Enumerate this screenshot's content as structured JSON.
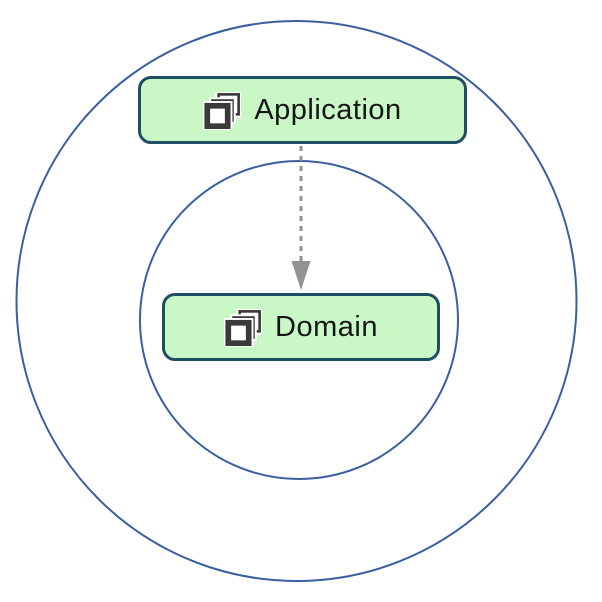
{
  "diagram": {
    "nodes": [
      {
        "id": "application",
        "label": "Application",
        "icon": "stacked-squares-icon"
      },
      {
        "id": "domain",
        "label": "Domain",
        "icon": "stacked-squares-icon"
      }
    ],
    "edges": [
      {
        "from": "application",
        "to": "domain",
        "style": "dashed",
        "arrowhead": "triangle"
      }
    ],
    "shapes": [
      {
        "id": "outer-circle",
        "type": "circle"
      },
      {
        "id": "inner-circle",
        "type": "circle"
      }
    ],
    "colors": {
      "node_fill": "#c9f7c6",
      "node_border": "#1d4e63",
      "circle_stroke": "#3a5fa0",
      "arrow": "#939393",
      "label_text": "#151515",
      "icon_dark": "#3a3a3a",
      "canvas_bg": "#ffffff"
    }
  }
}
